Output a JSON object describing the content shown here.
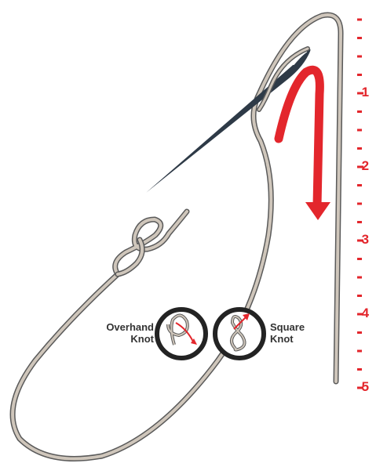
{
  "colors": {
    "thread": "#cfc6bb",
    "thread_outline": "#5a5a5a",
    "needle": "#2e3a47",
    "accent_red": "#e3262c",
    "icon_ring": "#232323",
    "text": "#333333"
  },
  "ruler": {
    "units": [
      "1",
      "2",
      "3",
      "4",
      "5"
    ],
    "numbers": [
      "-1",
      "-2",
      "-3",
      "-4",
      "-5"
    ]
  },
  "knots": {
    "overhand": {
      "line1": "Overhand",
      "line2": "Knot",
      "icon": "overhand-knot-icon"
    },
    "square": {
      "line1": "Square",
      "line2": "Knot",
      "icon": "square-knot-icon"
    }
  },
  "icons": [
    "needle-icon",
    "thread",
    "loop-knot-icon",
    "down-arrow-icon"
  ]
}
